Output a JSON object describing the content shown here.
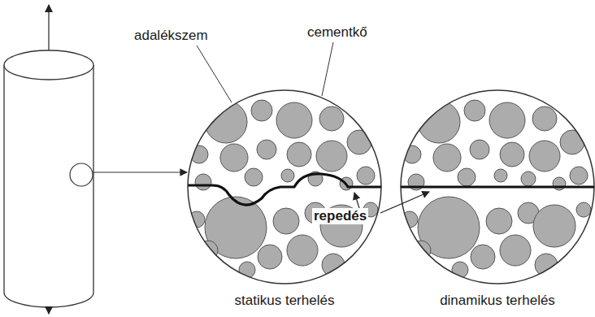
{
  "diagram": {
    "labels": [
      "adalékszem",
      "cementkő",
      "repedés",
      "statikus terhelés",
      "dinamikus terhelés"
    ]
  }
}
